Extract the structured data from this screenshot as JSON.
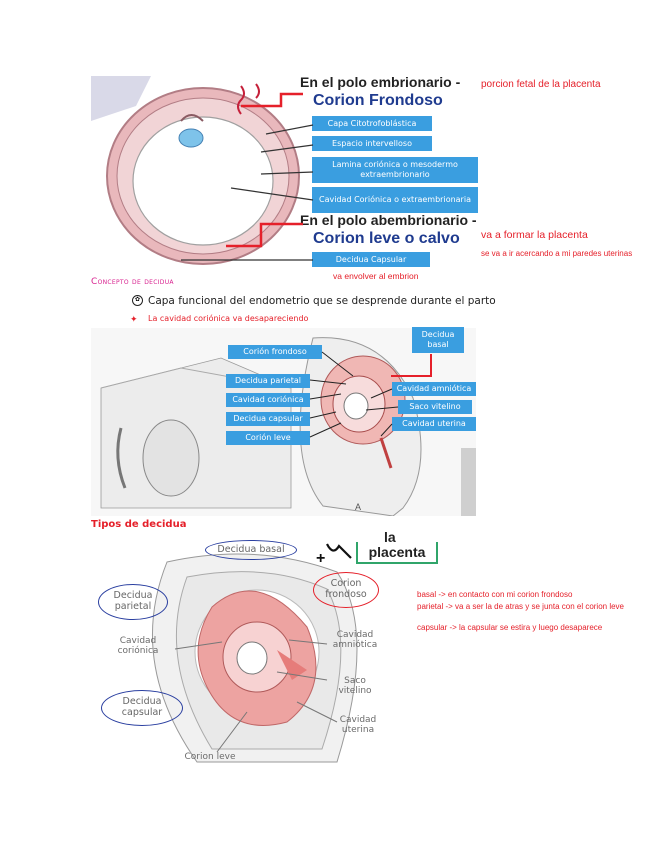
{
  "figure1": {
    "heading_embrionario": "En el polo embrionario -",
    "corion_frondoso": "Corion Frondoso",
    "boxes": [
      "Capa Citotrofoblástica",
      "Espacio intervelloso",
      "Lamina coriónica o mesodermo extraembrionario",
      "Cavidad Coriónica o extraembrionaria",
      "Decidua Capsular"
    ],
    "heading_abembrionario": "En el polo abembrionario -",
    "corion_leve": "Corion leve o calvo",
    "note_porcion": "porcion fetal de la placenta",
    "note_placenta": "va a formar la placenta",
    "note_paredes": "se va a ir acercando a mi paredes uterinas",
    "note_envolver": "va envolver al embrion"
  },
  "section_decidua": {
    "title": "Concepto de decidua",
    "bullet_icon": "decorative-bullet-icon",
    "definition": "Capa funcional del endometrio que se desprende durante el parto",
    "note": "La cavidad coriónica va desapareciendo"
  },
  "figure2": {
    "boxes": [
      "Corión frondoso",
      "Decidua parietal",
      "Cavidad coriónica",
      "Decidua capsular",
      "Corión leve",
      "Decidua basal",
      "Cavidad amniótica",
      "Saco vitelino",
      "Cavidad uterina"
    ],
    "caption": "A"
  },
  "section_tipos": {
    "title": "Tipos de decidua"
  },
  "figure3": {
    "ovals": [
      "Decidua basal",
      "Decidua parietal",
      "Corion frondoso",
      "Decidua capsular"
    ],
    "labels": [
      "Cavidad coriónica",
      "Cavidad amniótica",
      "Saco vitelino",
      "Cavidad uterina",
      "Corion leve"
    ],
    "partial_word": "la",
    "placenta_box": "placenta",
    "plus_sign": "+"
  },
  "notes": {
    "basal": "basal -> en contacto con mi corion frondoso",
    "parietal": "parietal -> va a ser la de atras y se junta con el corion leve",
    "capsular": "capsular -> la capsular se estira y luego desaparece"
  }
}
